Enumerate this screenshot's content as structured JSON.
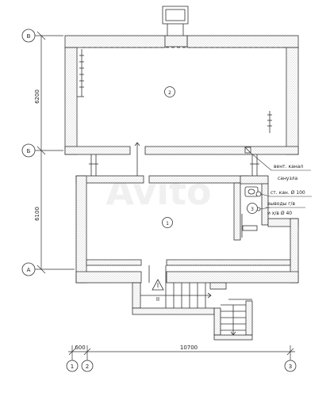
{
  "axes": {
    "rows": [
      "В",
      "Б",
      "А"
    ],
    "cols": [
      "1",
      "2",
      "3"
    ]
  },
  "dimensions": {
    "vertical_upper": "6200",
    "vertical_lower": "6100",
    "horizontal_small": "600",
    "horizontal_total": "10700"
  },
  "rooms": [
    "1",
    "2",
    "3"
  ],
  "annotations": {
    "vent_line1": "вент. канал",
    "vent_line2": "санузла",
    "riser": "ст. кан. Ø 100",
    "outlets_line1": "выводы г/в",
    "outlets_line2": "и х/в Ø 40"
  },
  "stairs": {
    "marker": "II"
  },
  "watermark": "Avito"
}
